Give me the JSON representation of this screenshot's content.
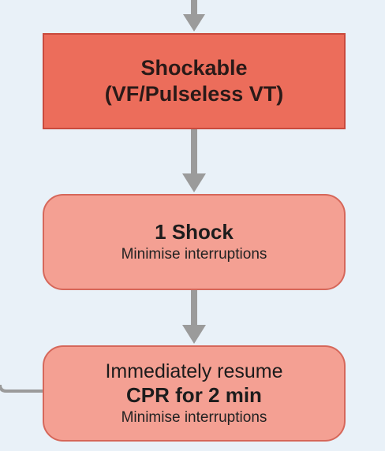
{
  "colors": {
    "background": "#e9f1f8",
    "connector": "#9b9b9b",
    "shockable_fill": "#ec6d5b",
    "shockable_border": "#c94a3d",
    "step_fill": "#f4a093",
    "step_border": "#d6675a"
  },
  "nodes": {
    "shockable": {
      "line1": "Shockable",
      "line2": "(VF/Pulseless VT)"
    },
    "shock": {
      "title": "1 Shock",
      "note": "Minimise interruptions"
    },
    "cpr": {
      "line1": "Immediately resume",
      "line2": "CPR for 2 min",
      "note": "Minimise interruptions"
    }
  }
}
